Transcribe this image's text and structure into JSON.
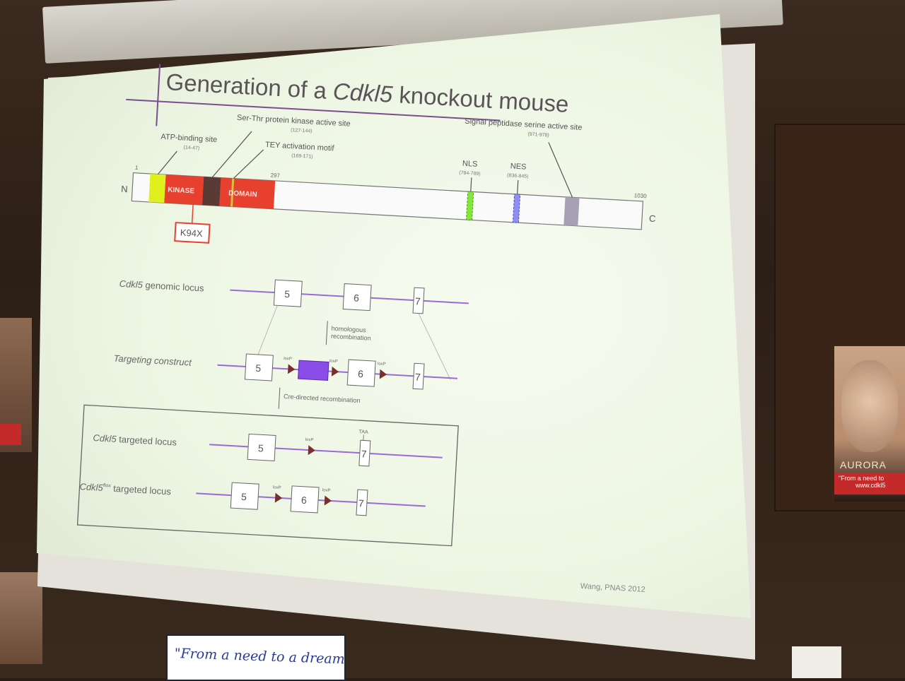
{
  "slide": {
    "title_prefix": "Generation of a ",
    "title_gene": "Cdkl5",
    "title_suffix": " knockout mouse",
    "citation": "Wang, PNAS 2012"
  },
  "protein": {
    "n_label": "N",
    "c_label": "C",
    "start_num": "1",
    "kinase_end": "297",
    "end_num": "1030",
    "kinase_label": "KINASE",
    "domain_label": "DOMAIN",
    "mutation": "K94X",
    "annotations": {
      "atp": "ATP-binding site",
      "atp_range": "(14-47)",
      "ser_thr": "Ser-Thr protein kinase active site",
      "ser_thr_range": "(127-144)",
      "tey": "TEY activation motif",
      "tey_range": "(169-171)",
      "nls": "NLS",
      "nls_range": "(784-789)",
      "nes": "NES",
      "nes_range": "(836-845)",
      "signal": "Signal peptidase serine active site",
      "signal_range": "(971-978)"
    },
    "colors": {
      "kinase": "#e8402f",
      "atp": "#dff01c",
      "ser_thr": "#5a3a34",
      "nls": "#84e63a",
      "nes": "#8f8ff0",
      "signal": "#a8a0b4"
    }
  },
  "loci": {
    "genomic": {
      "label_gene": "Cdkl5",
      "label_rest": " genomic locus",
      "exons": [
        "5",
        "6",
        "7"
      ]
    },
    "recombination_1": {
      "line1": "homologous",
      "line2": "recombination"
    },
    "targeting": {
      "label": "Targeting construct",
      "exons": [
        "5",
        "6",
        "7"
      ],
      "loxp": "loxP"
    },
    "recombination_2": {
      "label": "Cre-directed recombination"
    },
    "targeted": {
      "label_gene": "Cdkl5",
      "label_rest": " targeted locus",
      "exons": [
        "5",
        "7"
      ],
      "taa": "TAA",
      "loxp": "loxP"
    },
    "flox": {
      "label_gene": "Cdkl5",
      "label_sup": "flox",
      "label_rest": " targeted locus",
      "exons": [
        "5",
        "6",
        "7"
      ],
      "loxp": "loxP"
    }
  },
  "room": {
    "poster_aurora": "AURORA",
    "poster_aurora_sub": "\"From a need to",
    "poster_aurora_url": "www.cdkl5",
    "poster_bottom": "\"From a need to a dream\""
  },
  "colors": {
    "line": "#9a6ad6",
    "loxp": "#7a2e2e",
    "neo": "#8a4de8",
    "title": "#5a5458"
  }
}
